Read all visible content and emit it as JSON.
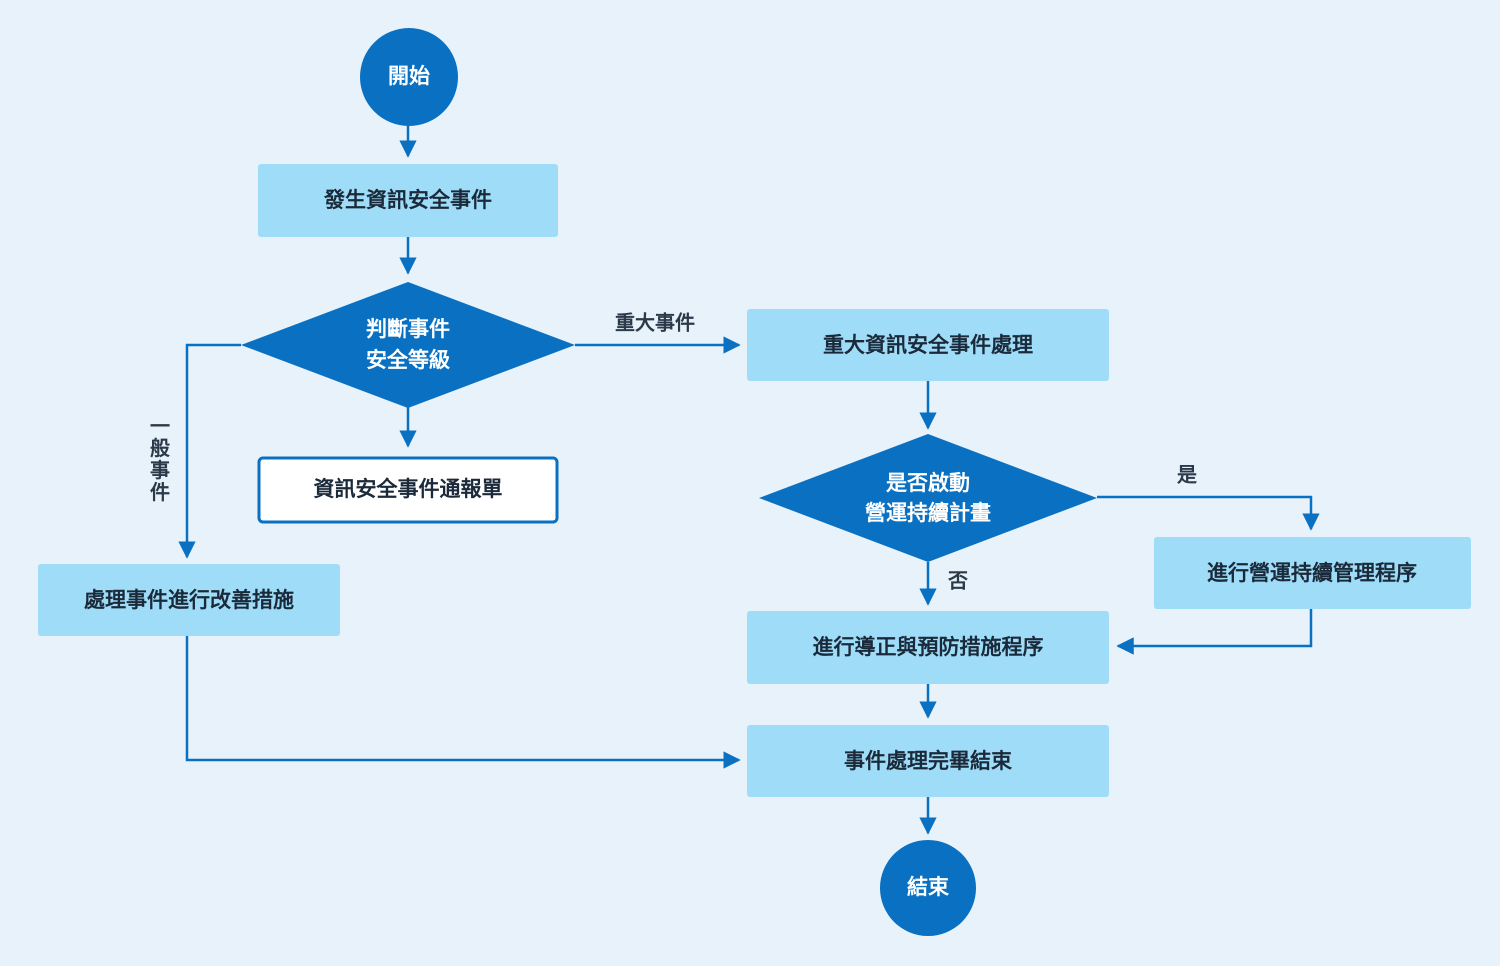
{
  "colors": {
    "background": "#e8f2fa",
    "process_fill": "#9edcf7",
    "terminal_fill": "#0a70c2",
    "decision_fill": "#0a70c2",
    "connector": "#0a70c2",
    "document_border": "#0a70c2"
  },
  "nodes": {
    "start": "開始",
    "incident_occurs": "發生資訊安全事件",
    "judge_level_line1": "判斷事件",
    "judge_level_line2": "安全等級",
    "report_form": "資訊安全事件通報單",
    "major_handling": "重大資訊安全事件處理",
    "bcp_line1": "是否啟動",
    "bcp_line2": "營運持續計畫",
    "bcm_procedure": "進行營運持續管理程序",
    "corrective_preventive": "進行導正與預防措施程序",
    "general_improvement": "處理事件進行改善措施",
    "handling_complete": "事件處理完畢結束",
    "end": "結束"
  },
  "edge_labels": {
    "major": "重大事件",
    "general": "一般事件",
    "yes": "是",
    "no": "否"
  }
}
